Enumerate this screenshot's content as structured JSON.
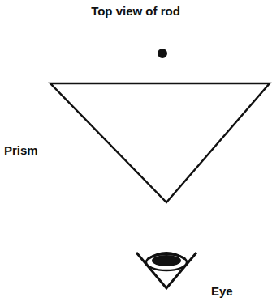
{
  "diagram": {
    "labels": [
      "Top view of rod",
      "Prism",
      "Eye"
    ]
  }
}
